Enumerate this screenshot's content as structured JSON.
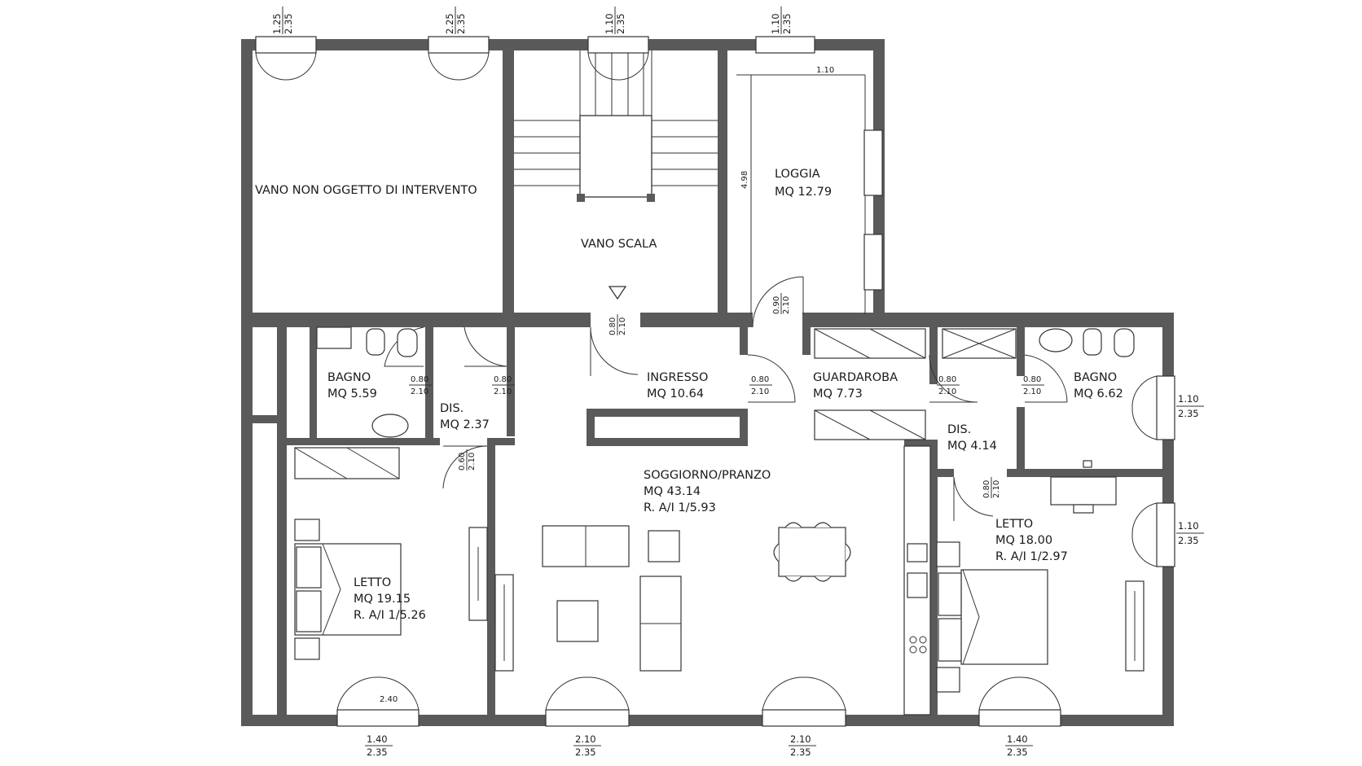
{
  "rooms": {
    "vano_non": {
      "name": "VANO NON OGGETTO DI INTERVENTO"
    },
    "vano_scala": {
      "name": "VANO SCALA"
    },
    "loggia": {
      "name": "LOGGIA",
      "area": "MQ 12.79"
    },
    "bagno1": {
      "name": "BAGNO",
      "area": "MQ 5.59"
    },
    "dis1": {
      "name": "DIS.",
      "area": "MQ 2.37"
    },
    "ingresso": {
      "name": "INGRESSO",
      "area": "MQ 10.64"
    },
    "guardaroba": {
      "name": "GUARDAROBA",
      "area": "MQ 7.73"
    },
    "dis2": {
      "name": "DIS.",
      "area": "MQ 4.14"
    },
    "bagno2": {
      "name": "BAGNO",
      "area": "MQ 6.62"
    },
    "soggiorno": {
      "name": "SOGGIORNO/PRANZO",
      "area": "MQ 43.14",
      "ratio": "R. A/I 1/5.93"
    },
    "letto1": {
      "name": "LETTO",
      "area": "MQ 19.15",
      "ratio": "R. A/I 1/5.26"
    },
    "letto2": {
      "name": "LETTO",
      "area": "MQ 18.00",
      "ratio": "R. A/I 1/2.97"
    }
  },
  "dims": {
    "top1": [
      "1.25",
      "2.35"
    ],
    "top2": [
      "2.25",
      "2.35"
    ],
    "top3": [
      "1.10",
      "2.35"
    ],
    "top4": [
      "1.10",
      "2.35"
    ],
    "loggia_w": "1.10",
    "loggia_h": "4.98",
    "door_loggia": [
      "0.90",
      "2.10"
    ],
    "door_scala": [
      "0.80",
      "2.10"
    ],
    "door_bagno1": [
      "0.80",
      "2.10"
    ],
    "door_dis1": [
      "0.80",
      "2.10"
    ],
    "door_ingresso": [
      "0.80",
      "2.10"
    ],
    "door_guard": [
      "0.80",
      "2.10"
    ],
    "door_bagno2": [
      "0.80",
      "2.10"
    ],
    "door_letto1": [
      "0.60",
      "2.10"
    ],
    "door_letto2": [
      "0.80",
      "2.10"
    ],
    "right1": [
      "1.10",
      "2.35"
    ],
    "right2": [
      "1.10",
      "2.35"
    ],
    "bot1": [
      "1.40",
      "2.35"
    ],
    "bot2": [
      "2.10",
      "2.35"
    ],
    "bot3": [
      "2.10",
      "2.35"
    ],
    "bot4": [
      "1.40",
      "2.35"
    ],
    "bed_small": "2.40"
  }
}
